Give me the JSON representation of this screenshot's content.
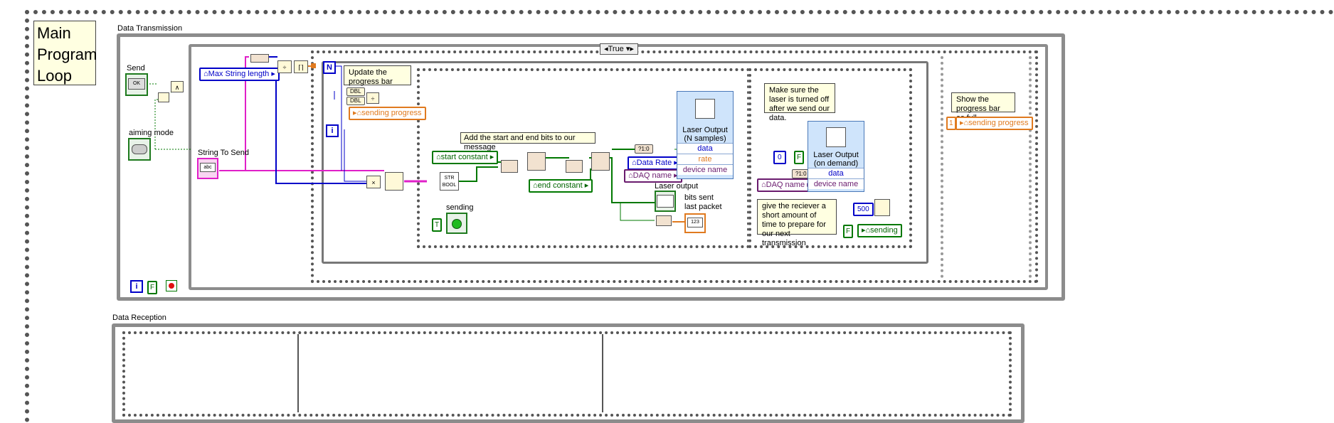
{
  "main_loop_label": "Main\nProgram\nLoop",
  "transmission": {
    "title": "Data Transmission",
    "case_selector": "True",
    "send_label": "Send",
    "ok_label": "OK",
    "aiming_mode_label": "aiming mode",
    "string_to_send_label": "String To Send",
    "string_icon": "abc",
    "max_string_length": "Max String length",
    "loop_n": "N",
    "loop_i": "i",
    "dbl1": "DBL",
    "dbl2": "DBL",
    "sending_progress": "sending progress",
    "comment_progress": "Update the progress bar",
    "comment_add_bits": "Add the start and end bits to our message",
    "str_bool": "STR\nBOOL",
    "start_constant": "start constant",
    "end_constant": "end constant",
    "sending_label": "sending",
    "true_const": "T",
    "data_rate": "Data Rate",
    "daq_name": "DAQ name",
    "laser_output_n_title": "Laser Output\n(N samples)",
    "laser_output_n_rows": [
      "data",
      "rate",
      "device name"
    ],
    "laser_output_label": "Laser output",
    "bits_sent_label": "bits sent\nlast packet",
    "num_indicator": "123",
    "comment_laser_off": "Make sure the laser is turned off after we send our data.",
    "zero_const": "0",
    "false_const": "F",
    "laser_output_demand_title": "Laser Output\n(on demand)",
    "laser_output_demand_rows": [
      "data",
      "device name"
    ],
    "daq_name2": "DAQ name",
    "comment_receiver": "give the reciever a short amount of time to prepare for our next transmission",
    "wait_value": "500",
    "sending_local": "sending",
    "false_const2": "F",
    "comment_full": "Show the progress bar as full",
    "one_const": "1",
    "sending_progress2": "sending progress",
    "loop_i_outer": "i",
    "false_const3": "F"
  },
  "reception": {
    "title": "Data Reception"
  },
  "colors": {
    "numeric_blue": "#0000c8",
    "boolean_green": "#007800",
    "string_pink": "#e01fc8",
    "progress_orange": "#e07a1f",
    "daq_purple": "#6a1b6e"
  }
}
